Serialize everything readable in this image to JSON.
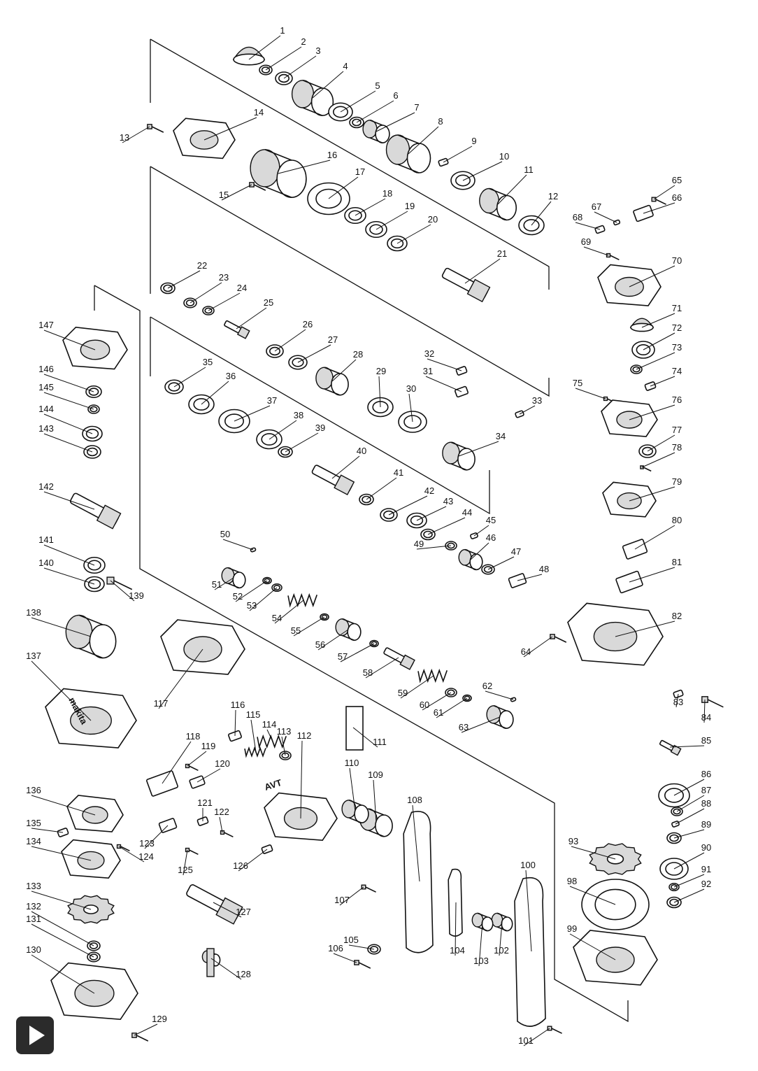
{
  "labels": [
    "1",
    "2",
    "3",
    "4",
    "5",
    "6",
    "7",
    "8",
    "9",
    "10",
    "11",
    "12",
    "13",
    "14",
    "15",
    "16",
    "17",
    "18",
    "19",
    "20",
    "21",
    "22",
    "23",
    "24",
    "25",
    "26",
    "27",
    "28",
    "29",
    "30",
    "31",
    "32",
    "33",
    "34",
    "35",
    "36",
    "37",
    "38",
    "39",
    "40",
    "41",
    "42",
    "43",
    "44",
    "45",
    "46",
    "47",
    "48",
    "49",
    "50",
    "51",
    "52",
    "53",
    "54",
    "55",
    "56",
    "57",
    "58",
    "59",
    "60",
    "61",
    "62",
    "63",
    "64",
    "65",
    "66",
    "67",
    "68",
    "69",
    "70",
    "71",
    "72",
    "73",
    "74",
    "75",
    "76",
    "77",
    "78",
    "79",
    "80",
    "81",
    "82",
    "83",
    "84",
    "85",
    "86",
    "87",
    "88",
    "89",
    "90",
    "91",
    "92",
    "93",
    "98",
    "99",
    "100",
    "101",
    "102",
    "103",
    "104",
    "105",
    "106",
    "107",
    "108",
    "109",
    "110",
    "111",
    "112",
    "113",
    "114",
    "115",
    "116",
    "117",
    "118",
    "119",
    "120",
    "121",
    "122",
    "123",
    "124",
    "125",
    "126",
    "127",
    "128",
    "129",
    "130",
    "131",
    "132",
    "133",
    "134",
    "135",
    "136",
    "137",
    "138",
    "139",
    "140",
    "141",
    "142",
    "143",
    "144",
    "145",
    "146",
    "147"
  ],
  "logo_text": "makita",
  "handle_badge": "AVT",
  "play_button": {
    "icon": "play-icon",
    "background": "#2b2b2b",
    "glyph_color": "#ffffff"
  }
}
